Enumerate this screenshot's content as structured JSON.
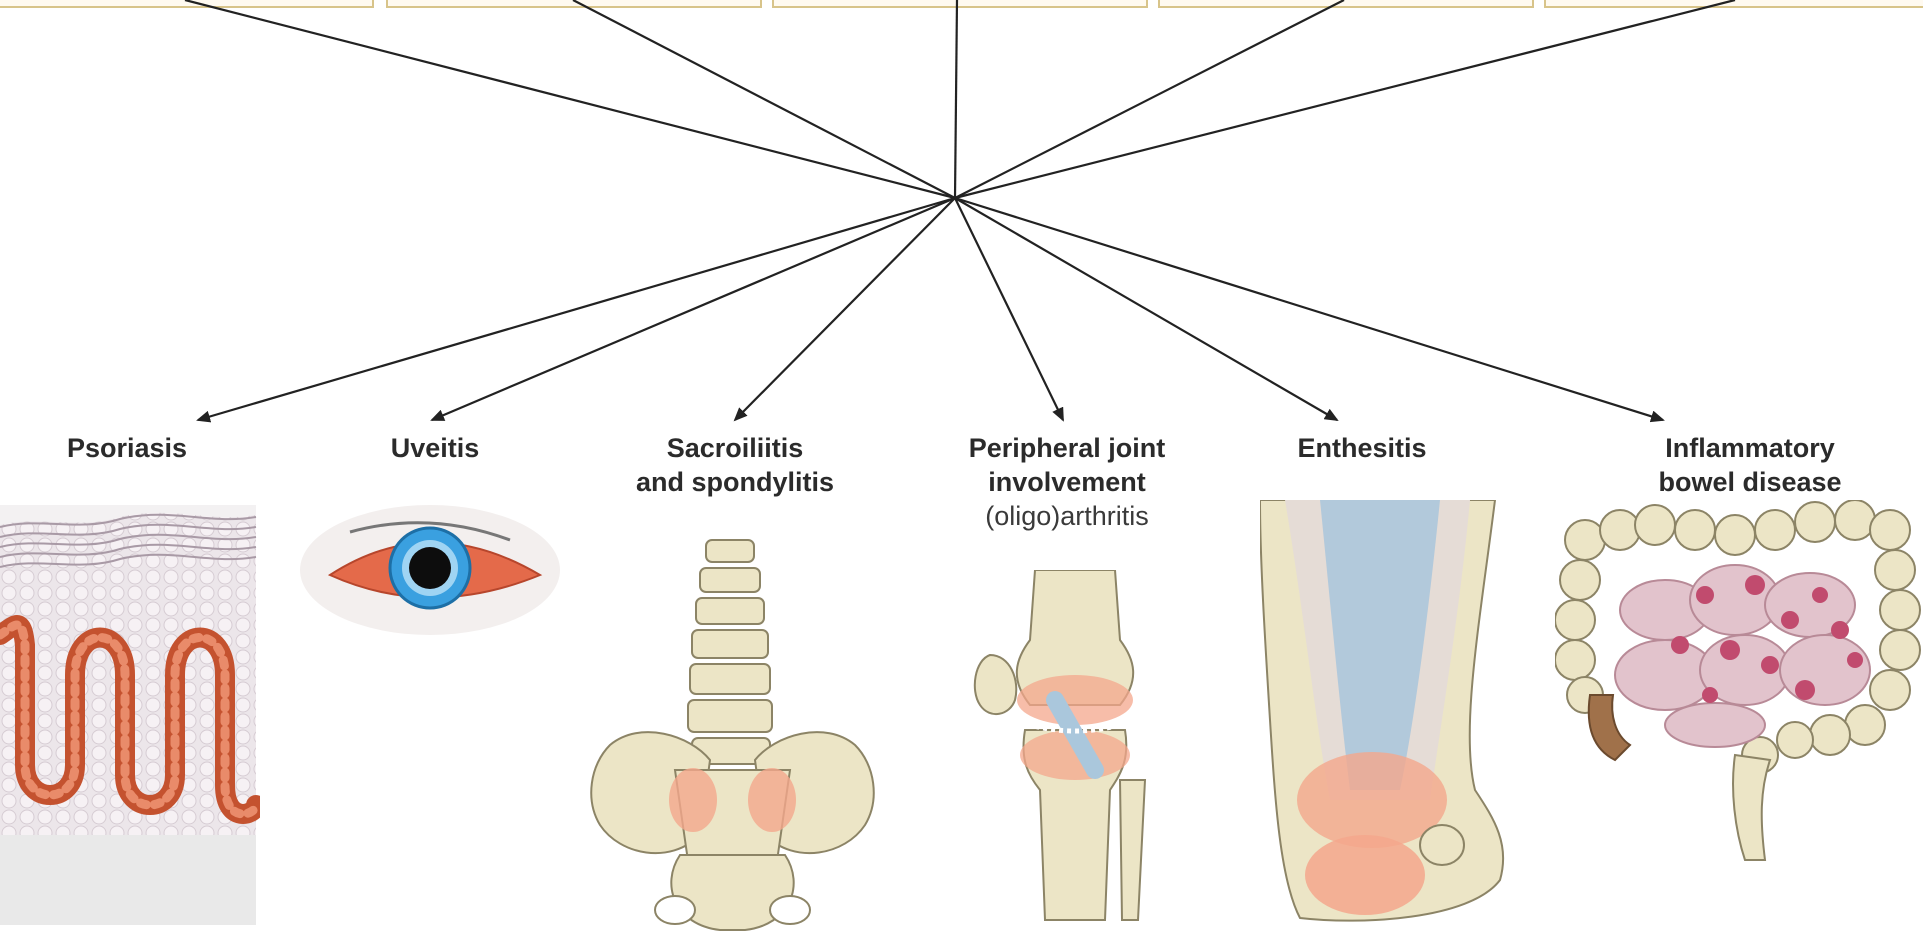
{
  "conditions": [
    {
      "id": "psoriasis",
      "lines": [
        "Psoriasis"
      ],
      "icon": "skin-section-icon"
    },
    {
      "id": "uveitis",
      "lines": [
        "Uveitis"
      ],
      "icon": "inflamed-eye-icon"
    },
    {
      "id": "sacroiliitis",
      "lines": [
        "Sacroiliitis",
        "and spondylitis"
      ],
      "icon": "spine-pelvis-icon"
    },
    {
      "id": "peripheral",
      "lines": [
        "Peripheral joint",
        "involvement"
      ],
      "sub": "(oligo)arthritis",
      "icon": "knee-joint-icon"
    },
    {
      "id": "enthesitis",
      "lines": [
        "Enthesitis"
      ],
      "icon": "heel-tendon-icon"
    },
    {
      "id": "ibd",
      "lines": [
        "Inflammatory",
        "bowel disease"
      ],
      "icon": "intestine-icon"
    }
  ],
  "colors": {
    "arrow": "#222222",
    "bone": "#ece5c6",
    "inflammation": "#ee9a80",
    "top_box_border": "#d8c48a"
  }
}
